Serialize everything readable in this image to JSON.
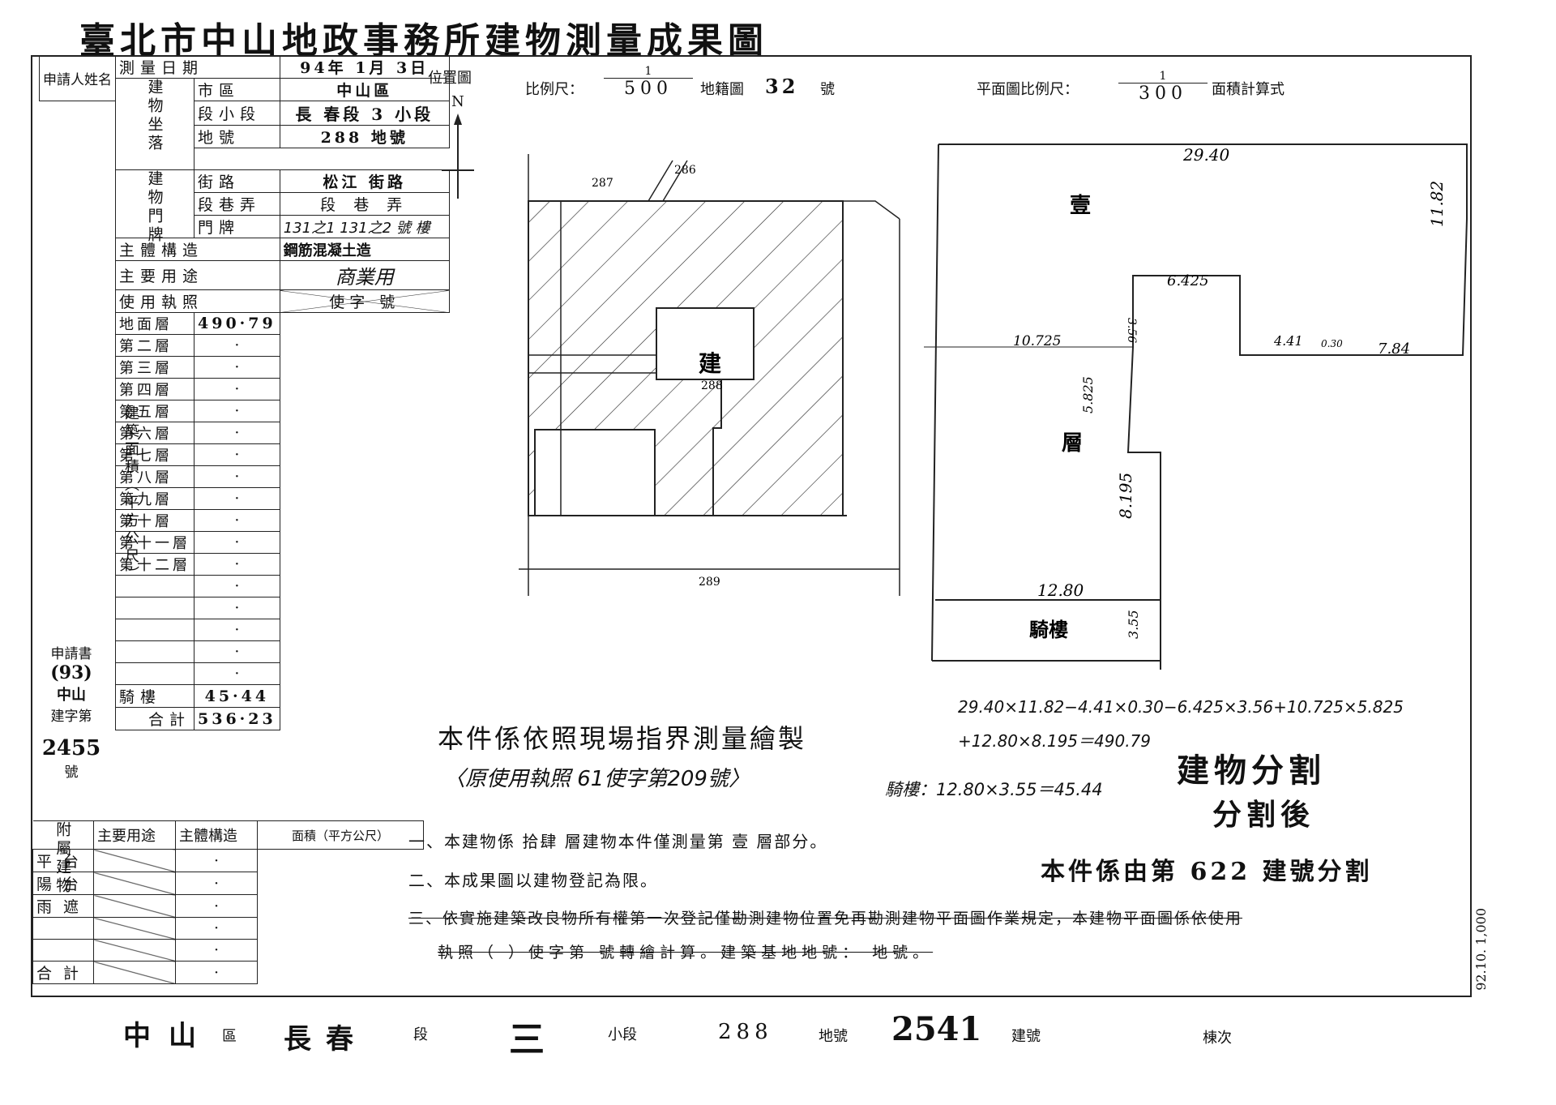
{
  "title": "臺北市中山地政事務所建物測量成果圖",
  "form": {
    "applicant_label": "申請人姓名",
    "survey_date_label": "測量日期",
    "survey_date": "94年 1月 3日",
    "location_group": "建物坐落",
    "district_label": "市區",
    "district": "中山區",
    "section_label": "段小段",
    "section": "長 春段 3 小段",
    "lot_label": "地號",
    "lot": "288 地號",
    "door_group": "建物門牌",
    "street_label": "街路",
    "street": "松江 街路",
    "lane_label": "段巷弄",
    "lane": "段 巷 弄",
    "door_label": "門牌",
    "door": "131之1 131之2 號 樓",
    "structure_label": "主體構造",
    "structure": "鋼筋混凝土造",
    "use_label": "主要用途",
    "use": "商業用",
    "permit_label": "使用執照",
    "permit": "使字 號",
    "area_group": "建築面積（平方公尺）",
    "floors": [
      {
        "name": "地面層",
        "area": "490·79"
      },
      {
        "name": "第二層",
        "area": "·"
      },
      {
        "name": "第三層",
        "area": "·"
      },
      {
        "name": "第四層",
        "area": "·"
      },
      {
        "name": "第五層",
        "area": "·"
      },
      {
        "name": "第六層",
        "area": "·"
      },
      {
        "name": "第七層",
        "area": "·"
      },
      {
        "name": "第八層",
        "area": "·"
      },
      {
        "name": "第九層",
        "area": "·"
      },
      {
        "name": "第十層",
        "area": "·"
      },
      {
        "name": "第十一層",
        "area": "·"
      },
      {
        "name": "第十二層",
        "area": "·"
      },
      {
        "name": "",
        "area": "·"
      },
      {
        "name": "",
        "area": "·"
      },
      {
        "name": "",
        "area": "·"
      },
      {
        "name": "",
        "area": "·"
      },
      {
        "name": "",
        "area": "·"
      }
    ],
    "arcade_label": "騎樓",
    "arcade_area": "45·44",
    "total_label": "合計",
    "total_area": "536·23",
    "application": {
      "label": "申請書",
      "year": "(93)",
      "office": "中山",
      "type": "建字第",
      "number": "2455",
      "suffix": "號"
    },
    "attached_group": "附屬建物",
    "attached_headers": [
      "主要用途",
      "主體構造",
      "面積（平方公尺）"
    ],
    "attached_rows": [
      {
        "use": "平台",
        "area": "·"
      },
      {
        "use": "陽台",
        "area": "·"
      },
      {
        "use": "雨遮",
        "area": "·"
      },
      {
        "use": "",
        "area": "·"
      },
      {
        "use": "",
        "area": "·"
      },
      {
        "use": "合計",
        "area": "·"
      }
    ]
  },
  "location_map": {
    "label": "位置圖",
    "north": "N",
    "scale_label": "比例尺：",
    "scale_num": "1",
    "scale_den": "500",
    "cadastral_label": "地籍圖",
    "cadastral_no": "32",
    "cadastral_suffix": "號",
    "lots": [
      "287",
      "286",
      "288",
      "289"
    ],
    "building_mark": "建"
  },
  "floor_plan": {
    "scale_label": "平面圖比例尺：",
    "scale_num": "1",
    "scale_den": "300",
    "formula_label": "面積計算式",
    "floor_label_1": "壹",
    "floor_label_2": "層",
    "arcade_label": "騎樓",
    "dims": [
      "29.40",
      "11.82",
      "6.425",
      "3.56",
      "4.41",
      "0.30",
      "7.84",
      "10.725",
      "5.825",
      "8.195",
      "12.80",
      "3.55"
    ],
    "calc_line1": "29.40×11.82−4.41×0.30−6.425×3.56+10.725×5.825",
    "calc_line2": "+12.80×8.195＝490.79",
    "calc_arcade": "騎樓：12.80×3.55＝45.44"
  },
  "statement": {
    "line1": "本件係依照現場指界測量繪製",
    "line2": "〈原使用執照 61使字第209號〉"
  },
  "stamp": {
    "line1": "建物分割",
    "line2": "分割後",
    "line3": "本件係由第 622 建號分割"
  },
  "notes": {
    "n1": "一、本建物係 拾肆 層建物本件僅測量第 壹 層部分。",
    "n2": "二、本成果圖以建物登記為限。",
    "n3a": "三、依實施建築改良物所有權第一次登記僅勘測建物位置免再勘測建物平面圖作業規定，本建物平面圖係依使用",
    "n3b": "執照（ ）使字第 號轉繪計算。建築基地地號： 地號。"
  },
  "side_date": "92.10. 1,000",
  "bottom": {
    "district": "中山",
    "district_suffix": "區",
    "section": "長春",
    "section_suffix": "段",
    "subsection": "三",
    "subsection_suffix": "小段",
    "lot": "288",
    "lot_suffix": "地號",
    "building_no": "2541",
    "building_suffix": "建號",
    "floor_suffix": "棟次"
  }
}
